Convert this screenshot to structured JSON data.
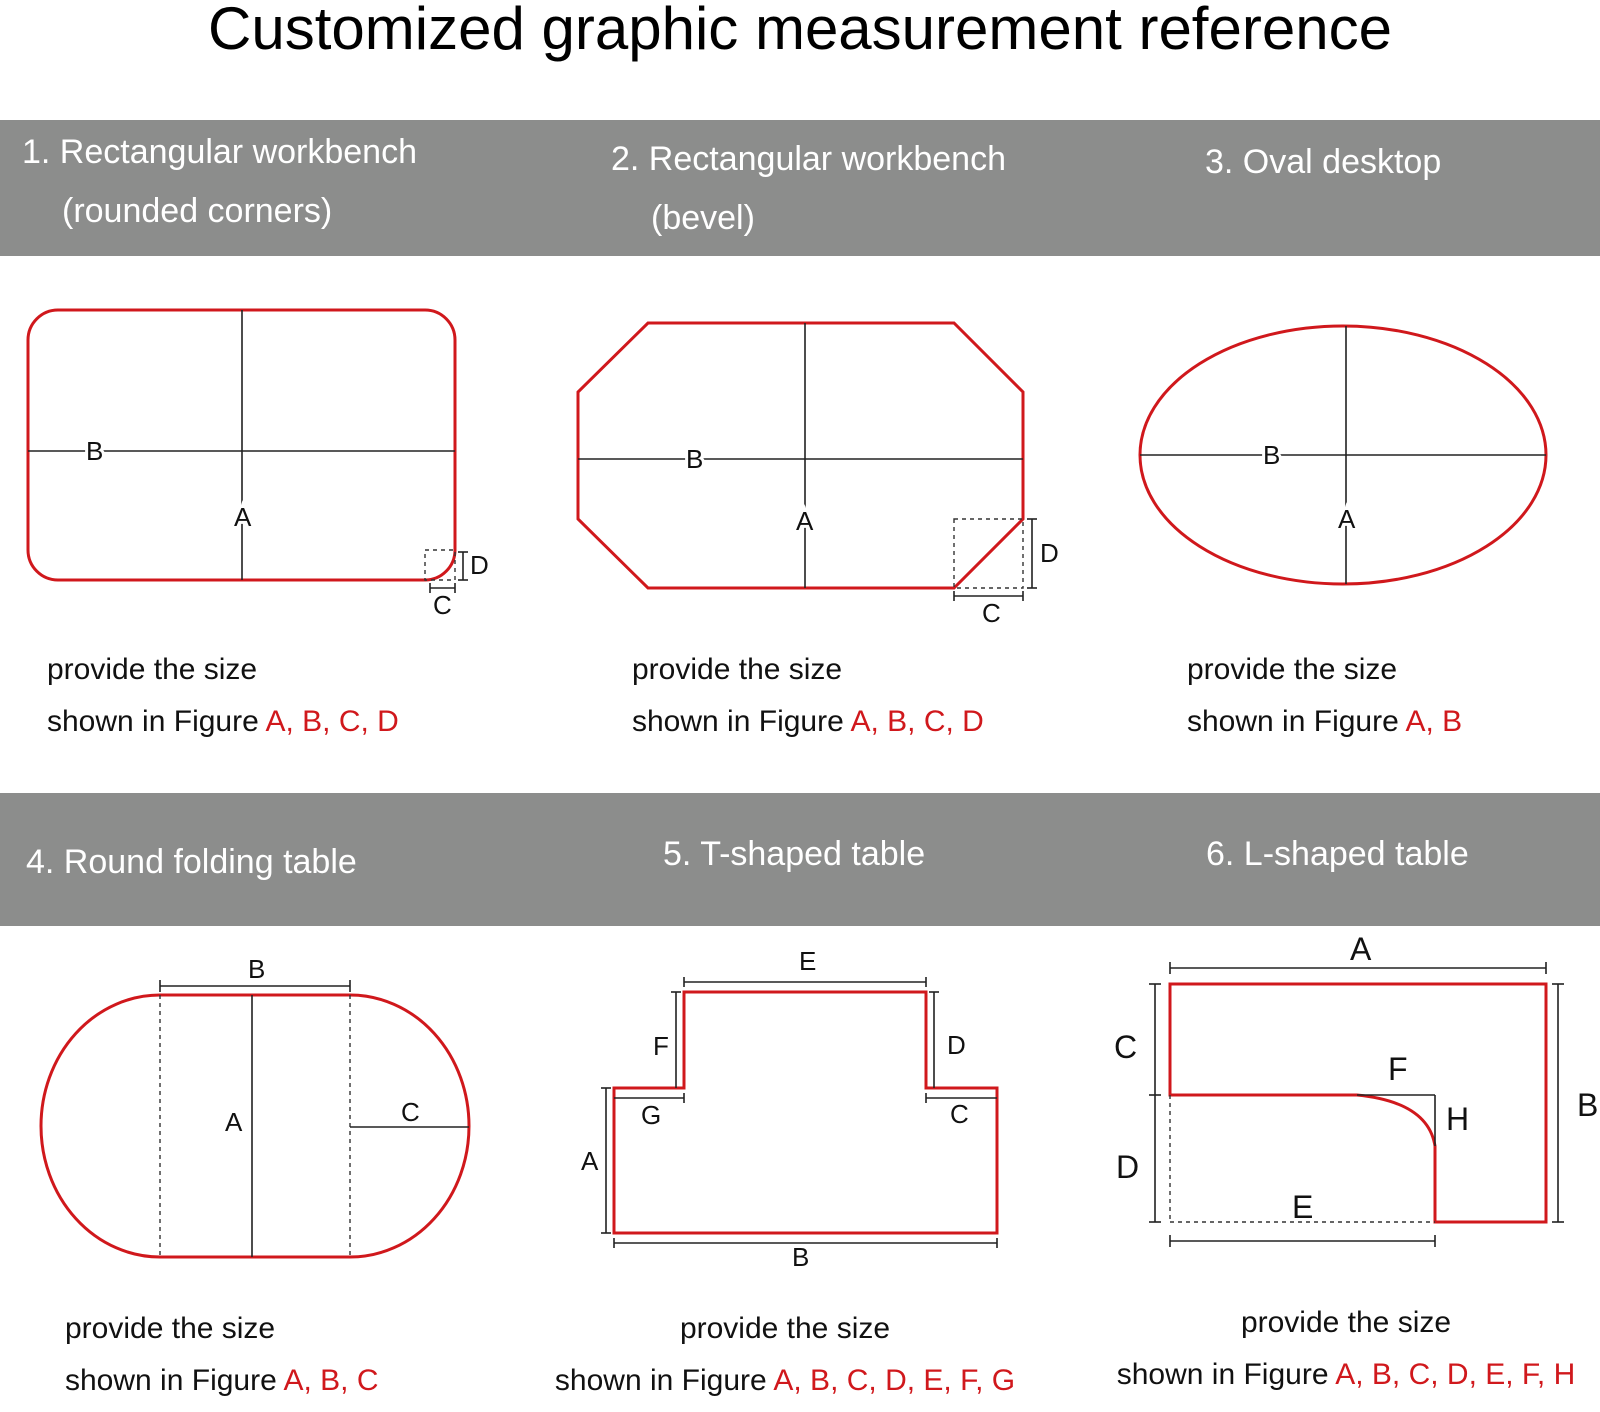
{
  "title": "Customized graphic measurement reference",
  "colors": {
    "band": "#8c8d8c",
    "outline": "#d0181c",
    "accent_text": "#d0181c"
  },
  "panels": [
    {
      "heading": [
        "1. Rectangular workbench",
        "(rounded corners)"
      ],
      "caption_line1": "provide the size",
      "caption_line2_prefix": "shown in Figure",
      "caption_letters": "A, B, C, D",
      "labels": {
        "a": "A",
        "b": "B",
        "c": "C",
        "d": "D"
      }
    },
    {
      "heading": [
        "2. Rectangular workbench",
        "(bevel)"
      ],
      "caption_line1": "provide the size",
      "caption_line2_prefix": "shown in Figure",
      "caption_letters": "A, B, C, D",
      "labels": {
        "a": "A",
        "b": "B",
        "c": "C",
        "d": "D"
      }
    },
    {
      "heading": [
        "3. Oval desktop"
      ],
      "caption_line1": "provide the size",
      "caption_line2_prefix": "shown in Figure",
      "caption_letters": "A, B",
      "labels": {
        "a": "A",
        "b": "B"
      }
    },
    {
      "heading": [
        "4. Round folding table"
      ],
      "caption_line1": "provide the size",
      "caption_line2_prefix": "shown in Figure",
      "caption_letters": "A, B, C",
      "labels": {
        "a": "A",
        "b": "B",
        "c": "C"
      }
    },
    {
      "heading": [
        "5. T-shaped table"
      ],
      "caption_line1": "provide the size",
      "caption_line2_prefix": "shown in Figure",
      "caption_letters": "A, B, C, D, E, F, G",
      "labels": {
        "a": "A",
        "b": "B",
        "c": "C",
        "d": "D",
        "e": "E",
        "f": "F",
        "g": "G"
      }
    },
    {
      "heading": [
        "6. L-shaped table"
      ],
      "caption_line1": "provide the size",
      "caption_line2_prefix": "shown in Figure",
      "caption_letters": "A, B, C, D, E, F, H",
      "labels": {
        "a": "A",
        "b": "B",
        "c": "C",
        "d": "D",
        "e": "E",
        "f": "F",
        "h": "H"
      }
    }
  ]
}
